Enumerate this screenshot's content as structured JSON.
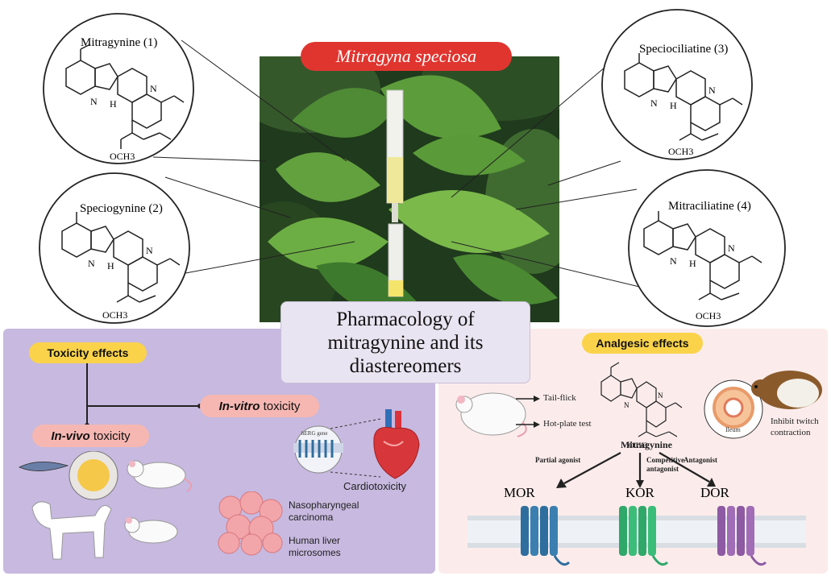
{
  "title": "Mitragyna speciosa",
  "center_title": "Pharmacology of mitragynine and its diastereomers",
  "compounds": [
    {
      "name": "Mitragynine (1)",
      "och3": "OCH3"
    },
    {
      "name": "Speciogynine (2)",
      "och3": "OCH3"
    },
    {
      "name": "Speciociliatine (3)",
      "och3": "OCH3"
    },
    {
      "name": "Mitraciliatine (4)",
      "och3": "OCH3"
    }
  ],
  "atoms": {
    "nh": "N",
    "h": "H",
    "n": "N",
    "hstar": "H"
  },
  "left_panel": {
    "toxicity_label": "Toxicity effects",
    "invitro_italic": "In-vitro",
    "invitro_rest": " toxicity",
    "invivo_italic": "In-vivo",
    "invivo_rest": " toxicity",
    "herg_label": "hERG gene",
    "cardiotoxicity": "Cardiotoxicity",
    "nasopharyngeal": "Nasopharyngeal carcinoma",
    "liver": "Human liver microsomes"
  },
  "right_panel": {
    "analgesic_label": "Analgesic effects",
    "tail_flick": "Tail-flick",
    "hot_plate": "Hot-plate test",
    "compound_och3": "OCH3",
    "compound_name": "Mitragynine",
    "ileum": "Ileum",
    "inhibit": "Inhibit twitch contraction",
    "partial_agonist": "Partial agonist",
    "competitive": "Competitive antagonist",
    "antagonist": "Antagonist",
    "mor": "MOR",
    "kor": "KOR",
    "dor": "DOR"
  },
  "colors": {
    "title_red": "#e0352f",
    "left_panel": "#c7b9df",
    "right_panel": "#fbeceb",
    "yellow": "#fbd34a",
    "pink": "#f6b7b2",
    "mor": "#2e6e9e",
    "kor": "#2fa86a",
    "dor": "#8d5aa3"
  }
}
